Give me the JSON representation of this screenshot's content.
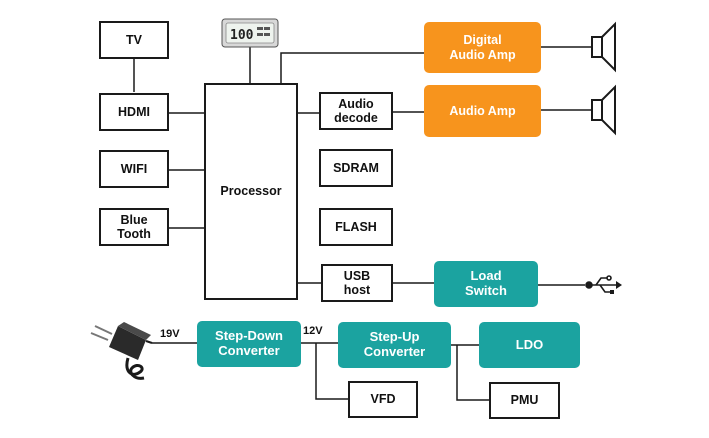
{
  "blocks": {
    "tv": "TV",
    "hdmi": "HDMI",
    "wifi": "WIFI",
    "bluetooth": "Blue\nTooth",
    "processor": "Processor",
    "audio_decode": "Audio\ndecode",
    "sdram": "SDRAM",
    "flash": "FLASH",
    "usb_host": "USB\nhost",
    "digital_audio_amp": "Digital\nAudio Amp",
    "audio_amp": "Audio Amp",
    "load_switch": "Load\nSwitch",
    "step_down_converter": "Step-Down\nConverter",
    "step_up_converter": "Step-Up\nConverter",
    "ldo": "LDO",
    "vfd": "VFD",
    "pmu": "PMU"
  },
  "labels": {
    "v19": "19V",
    "v12": "12V"
  },
  "display_readout": "100",
  "icons": [
    "vfd-display-icon",
    "speaker-icon",
    "usb-icon",
    "power-adapter-icon"
  ],
  "colors": {
    "orange": "#f7941d",
    "teal": "#1ba3a0",
    "line": "#1a1a1a"
  }
}
